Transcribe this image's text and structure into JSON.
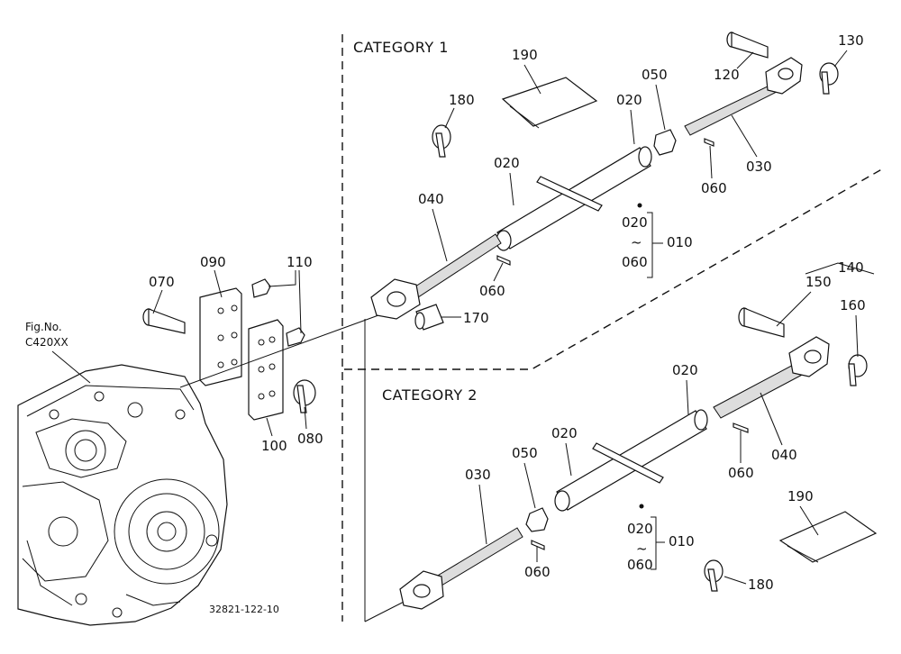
{
  "sections": {
    "category1": "CATEGORY 1",
    "category2": "CATEGORY 2"
  },
  "figure_ref": {
    "line1": "Fig.No.",
    "line2": "C420XX"
  },
  "drawing_number": "32821-122-10",
  "callouts": {
    "p070": "070",
    "p090": "090",
    "p110": "110",
    "p100": "100",
    "p080": "080",
    "c1_190": "190",
    "c1_180": "180",
    "c1_120": "120",
    "c1_130": "130",
    "c1_020a": "020",
    "c1_050": "050",
    "c1_020b": "020",
    "c1_030": "030",
    "c1_060a": "060",
    "c1_040": "040",
    "c1_020c": "020",
    "c1_tilde": "~",
    "c1_060c": "060",
    "c1_010": "010",
    "c1_060b": "060",
    "c1_170": "170",
    "c2_140": "140",
    "c2_150": "150",
    "c2_160": "160",
    "c2_020a": "020",
    "c2_020b": "020",
    "c2_050": "050",
    "c2_030": "030",
    "c2_060a": "060",
    "c2_040": "040",
    "c2_060b": "060",
    "c2_020c": "020",
    "c2_tilde": "~",
    "c2_060c": "060",
    "c2_010": "010",
    "c2_190": "190",
    "c2_180": "180"
  }
}
